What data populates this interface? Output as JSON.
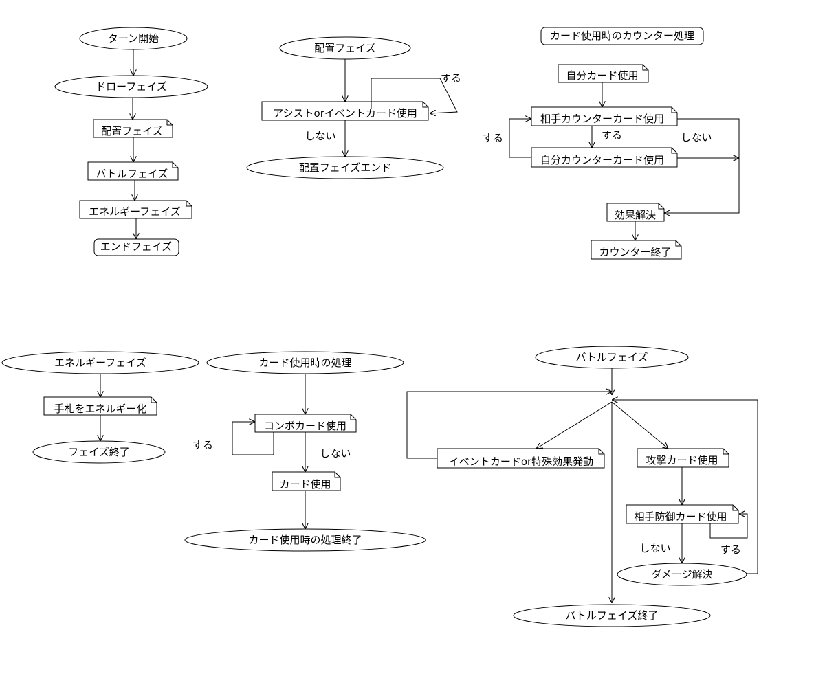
{
  "turn_flow": {
    "start": "ターン開始",
    "draw": "ドローフェイズ",
    "placement": "配置フェイズ",
    "battle": "バトルフェイズ",
    "energy": "エネルギーフェイズ",
    "end": "エンドフェイズ"
  },
  "placement_flow": {
    "title": "配置フェイズ",
    "card_use": "アシストorイベントカード使用",
    "yes": "する",
    "no": "しない",
    "end": "配置フェイズエンド"
  },
  "counter_flow": {
    "title": "カード使用時のカウンター処理",
    "self_card": "自分カード使用",
    "opp_counter": "相手カウンターカード使用",
    "self_counter": "自分カウンターカード使用",
    "yes_left": "する",
    "yes_mid": "する",
    "no": "しない",
    "resolve": "効果解決",
    "end": "カウンター終了"
  },
  "energy_flow": {
    "title": "エネルギーフェイズ",
    "step": "手札をエネルギー化",
    "end": "フェイズ終了"
  },
  "card_use_flow": {
    "title": "カード使用時の処理",
    "combo": "コンボカード使用",
    "yes": "する",
    "no": "しない",
    "use": "カード使用",
    "end": "カード使用時の処理終了"
  },
  "battle_flow": {
    "title": "バトルフェイズ",
    "event": "イベントカードor特殊効果発動",
    "attack": "攻撃カード使用",
    "defense": "相手防御カード使用",
    "no": "しない",
    "yes": "する",
    "damage": "ダメージ解決",
    "end": "バトルフェイズ終了"
  }
}
